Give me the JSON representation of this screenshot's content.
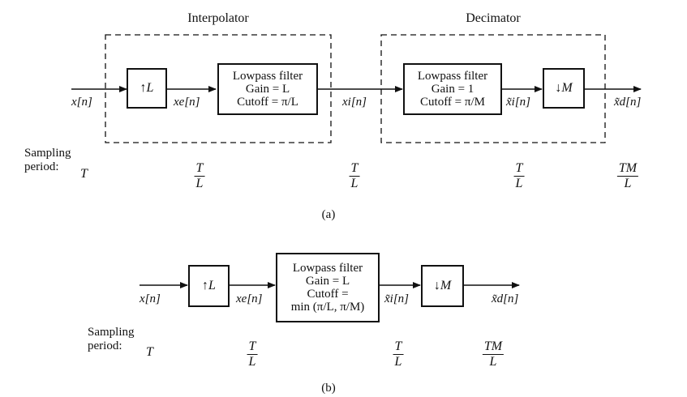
{
  "diagram_a": {
    "group_interpolator": "Interpolator",
    "group_decimator": "Decimator",
    "upsampler": "↑L",
    "lpf1": {
      "title": "Lowpass filter",
      "gain": "Gain = L",
      "cutoff": "Cutoff = π/L"
    },
    "lpf2": {
      "title": "Lowpass filter",
      "gain": "Gain = 1",
      "cutoff": "Cutoff = π/M"
    },
    "downsampler": "↓M",
    "signals": {
      "input": "x[n]",
      "xe": "xe[n]",
      "xi": "xi[n]",
      "xi_tilde": "x̃i[n]",
      "xd_tilde": "x̃d[n]"
    },
    "sampling_label_1": "Sampling",
    "sampling_label_2": "period:",
    "periods": {
      "p1": "T",
      "p2_num": "T",
      "p2_den": "L",
      "p3_num": "T",
      "p3_den": "L",
      "p4_num": "T",
      "p4_den": "L",
      "p5_num": "TM",
      "p5_den": "L"
    },
    "caption": "(a)"
  },
  "diagram_b": {
    "upsampler": "↑L",
    "lpf": {
      "title": "Lowpass filter",
      "gain": "Gain = L",
      "cutoff1": "Cutoff =",
      "cutoff2": "min (π/L, π/M)"
    },
    "downsampler": "↓M",
    "signals": {
      "input": "x[n]",
      "xe": "xe[n]",
      "xi_tilde": "x̃i[n]",
      "xd_tilde": "x̃d[n]"
    },
    "sampling_label_1": "Sampling",
    "sampling_label_2": "period:",
    "periods": {
      "p1": "T",
      "p2_num": "T",
      "p2_den": "L",
      "p3_num": "T",
      "p3_den": "L",
      "p4_num": "TM",
      "p4_den": "L"
    },
    "caption": "(b)"
  }
}
